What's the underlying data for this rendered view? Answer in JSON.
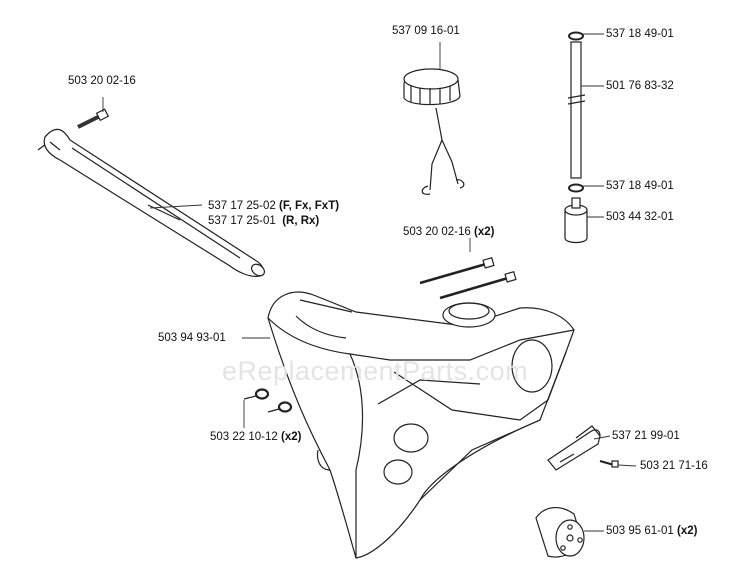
{
  "watermark": "eReplacementParts.com",
  "labels": {
    "screw_top": "503 20 02-16",
    "tube_a_part": "537 17 25-02",
    "tube_a_qual": "(F, Fx, FxT)",
    "tube_b_part": "537 17 25-01",
    "tube_b_qual": "(R, Rx)",
    "cap": "537 09 16-01",
    "oring_top": "537 18 49-01",
    "pipe": "501 76 83-32",
    "oring_bottom": "537 18 49-01",
    "filter": "503 44 32-01",
    "screw_pair_part": "503 20 02-16",
    "screw_pair_qty": "(x2)",
    "tank": "503 94 93-01",
    "nut_part": "503 22 10-12",
    "nut_qty": "(x2)",
    "bracket": "537 21 99-01",
    "small_screw": "503 21 71-16",
    "damper_part": "503 95 61-01",
    "damper_qty": "(x2)"
  }
}
